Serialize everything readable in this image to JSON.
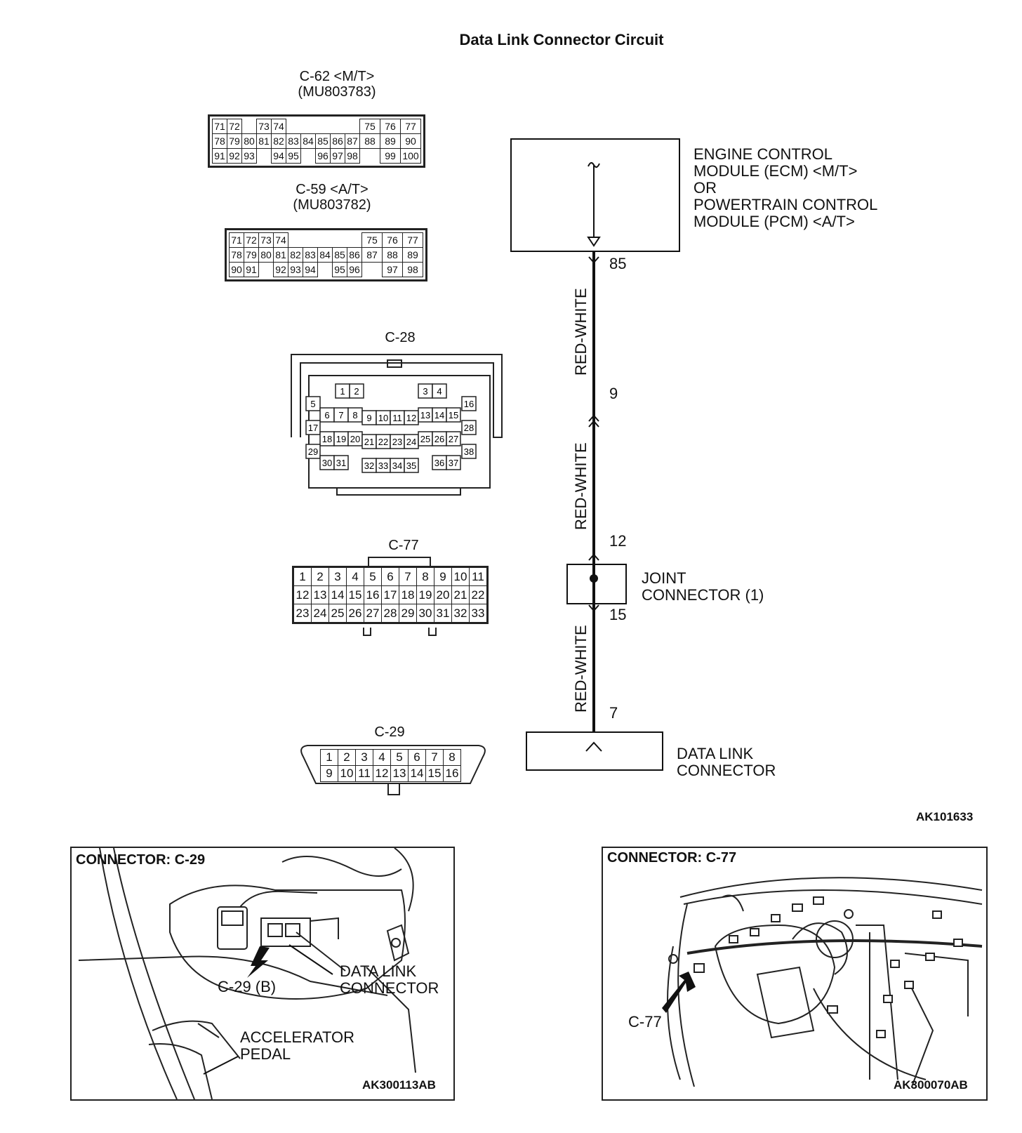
{
  "title": "Data Link Connector Circuit",
  "connectors": {
    "c62": {
      "label": "C-62 <M/T>",
      "part": "(MU803783)",
      "rows": [
        [
          "71",
          "72",
          "",
          "73",
          "74",
          "",
          "",
          "",
          "",
          "",
          "75",
          "76",
          "77"
        ],
        [
          "78",
          "79",
          "80",
          "81",
          "82",
          "83",
          "84",
          "85",
          "86",
          "87",
          "88",
          "89",
          "90"
        ],
        [
          "91",
          "92",
          "93",
          "",
          "94",
          "95",
          "",
          "96",
          "97",
          "98",
          "",
          "99",
          "100"
        ]
      ]
    },
    "c59": {
      "label": "C-59 <A/T>",
      "part": "(MU803782)",
      "rows": [
        [
          "71",
          "72",
          "73",
          "74",
          "",
          "",
          "",
          "",
          "",
          "75",
          "76",
          "77"
        ],
        [
          "78",
          "79",
          "80",
          "81",
          "82",
          "83",
          "84",
          "85",
          "86",
          "87",
          "88",
          "89"
        ],
        [
          "90",
          "91",
          "",
          "92",
          "93",
          "94",
          "",
          "95",
          "96",
          "",
          "97",
          "98"
        ]
      ]
    },
    "c28": {
      "label": "C-28",
      "pins": [
        "1",
        "2",
        "3",
        "4",
        "5",
        "6",
        "7",
        "8",
        "9",
        "10",
        "11",
        "12",
        "13",
        "14",
        "15",
        "16",
        "17",
        "18",
        "19",
        "20",
        "21",
        "22",
        "23",
        "24",
        "25",
        "26",
        "27",
        "28",
        "29",
        "30",
        "31",
        "32",
        "33",
        "34",
        "35",
        "36",
        "37",
        "38"
      ]
    },
    "c77": {
      "label": "C-77",
      "rows": [
        [
          "1",
          "2",
          "3",
          "4",
          "5",
          "6",
          "7",
          "8",
          "9",
          "10",
          "11"
        ],
        [
          "12",
          "13",
          "14",
          "15",
          "16",
          "17",
          "18",
          "19",
          "20",
          "21",
          "22"
        ],
        [
          "23",
          "24",
          "25",
          "26",
          "27",
          "28",
          "29",
          "30",
          "31",
          "32",
          "33"
        ]
      ]
    },
    "c29": {
      "label": "C-29",
      "rows": [
        [
          "1",
          "2",
          "3",
          "4",
          "5",
          "6",
          "7",
          "8"
        ],
        [
          "9",
          "10",
          "11",
          "12",
          "13",
          "14",
          "15",
          "16"
        ]
      ]
    }
  },
  "circuit": {
    "ecm_lines": [
      "ENGINE CONTROL",
      "MODULE (ECM) <M/T>",
      "OR",
      "POWERTRAIN CONTROL",
      "MODULE (PCM) <A/T>"
    ],
    "pins": {
      "ecm": "85",
      "mid": "9",
      "joint_in": "12",
      "joint_out": "15",
      "dlc": "7"
    },
    "wire_colors": [
      "RED-WHITE",
      "RED-WHITE",
      "RED-WHITE"
    ],
    "joint_lines": [
      "JOINT",
      "CONNECTOR (1)"
    ],
    "dlc_lines": [
      "DATA LINK",
      "CONNECTOR"
    ],
    "figure_code": "AK101633"
  },
  "photo_left": {
    "header": "CONNECTOR: C-29",
    "callout": "C-29 (B)",
    "dlc_lines": [
      "DATA  LINK",
      "CONNECTOR"
    ],
    "pedal_lines": [
      "ACCELERATOR",
      "PEDAL"
    ],
    "code": "AK300113AB"
  },
  "photo_right": {
    "header": "CONNECTOR: C-77",
    "callout": "C-77",
    "code": "AK300070AB"
  }
}
